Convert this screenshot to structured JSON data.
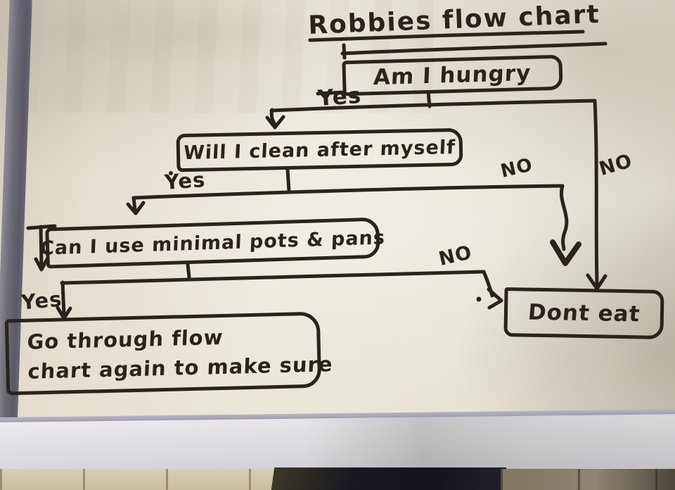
{
  "title": "Robbies flow chart",
  "nodes": {
    "hungry": {
      "label": "Am I hungry"
    },
    "clean": {
      "label": "Will I clean after myself"
    },
    "pots": {
      "label": "Can I use minimal pots & pans"
    },
    "loop": {
      "line1": "Go through flow",
      "line2": "chart again to make sure"
    },
    "dont_eat": {
      "label": "Dont eat"
    }
  },
  "edge_labels": {
    "hungry_yes": "Yes",
    "hungry_no": "NO",
    "clean_yes": "Yes",
    "clean_no": "NO",
    "pots_yes": "Yes",
    "pots_no": "NO"
  },
  "colors": {
    "marker": "#2a231d",
    "whiteboard": "#e9e3d7",
    "frame": "#6b6a75"
  }
}
